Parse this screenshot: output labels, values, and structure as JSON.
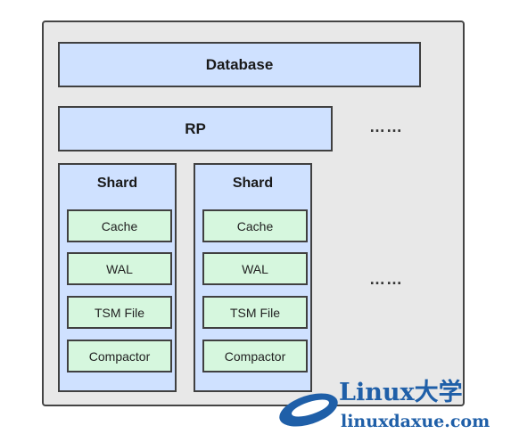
{
  "diagram": {
    "database_label": "Database",
    "rp_label": "RP",
    "ellipsis_top": "……",
    "ellipsis_mid": "……",
    "shards": [
      {
        "title": "Shard",
        "components": [
          "Cache",
          "WAL",
          "TSM File",
          "Compactor"
        ]
      },
      {
        "title": "Shard",
        "components": [
          "Cache",
          "WAL",
          "TSM File",
          "Compactor"
        ]
      }
    ]
  },
  "watermark": {
    "brand": "Linux大学",
    "site": "linuxdaxue.com"
  },
  "colors": {
    "outer_bg": "#e8e8e8",
    "bar_fill": "#cfe1ff",
    "component_fill": "#d6f7de",
    "logo_blue": "#1f5fa8"
  }
}
